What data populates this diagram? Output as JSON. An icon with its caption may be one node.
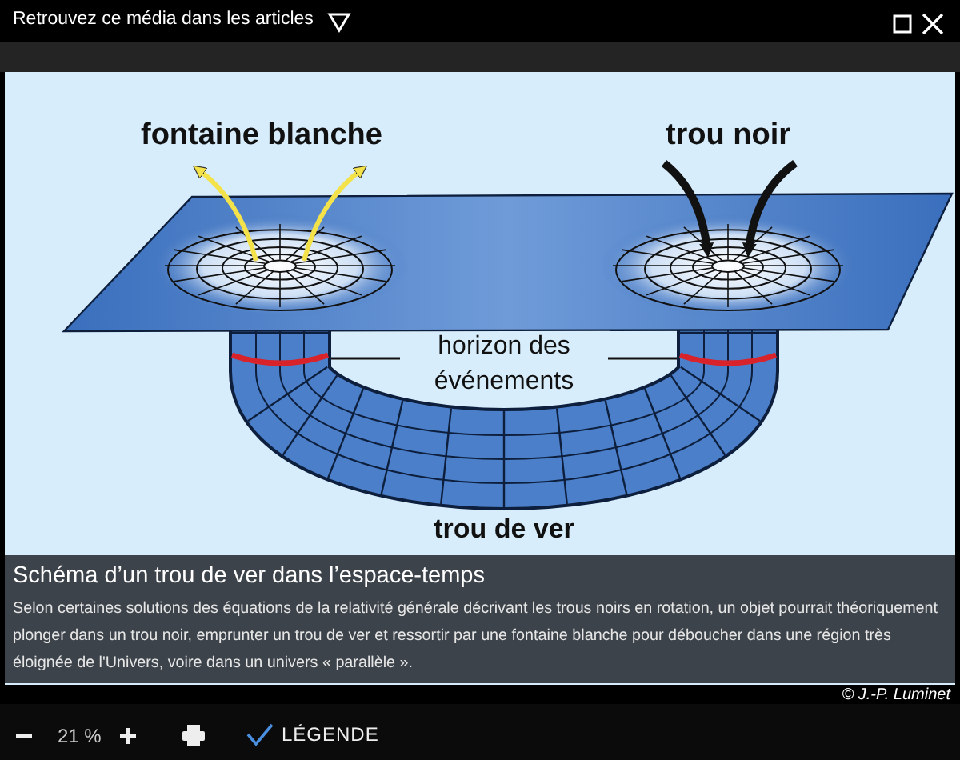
{
  "diagram": {
    "title": "Schéma d’un trou de ver dans l’espace-temps",
    "caption": "Selon certaines solutions des équations de la relativité générale décrivant les trous noirs en rotation, un objet pourrait théoriquement plonger dans un trou noir, emprunter un trou de ver et ressortir par une fontaine blanche pour déboucher dans une région très éloignée de l'Univers, voire dans un univers « parallèle ».",
    "nodes": [
      {
        "text": [
          "horizon des événements"
        ]
      },
      {
        "text": [],
        "shape": "ring"
      },
      {
        "text": [],
        "shape": "ring"
      }
    ],
    "edges": [
      {
        "from": 0,
        "to": 1,
        "arrow": "none"
      },
      {
        "from": 0,
        "to": 2,
        "arrow": "none"
      }
    ],
    "labels": [
      "Retrouvez ce média dans les articles",
      "fontaine blanche",
      "trou noir",
      "trou de ver",
      "© J.-P. Luminet",
      "21 %",
      "LÉGENDE"
    ]
  }
}
